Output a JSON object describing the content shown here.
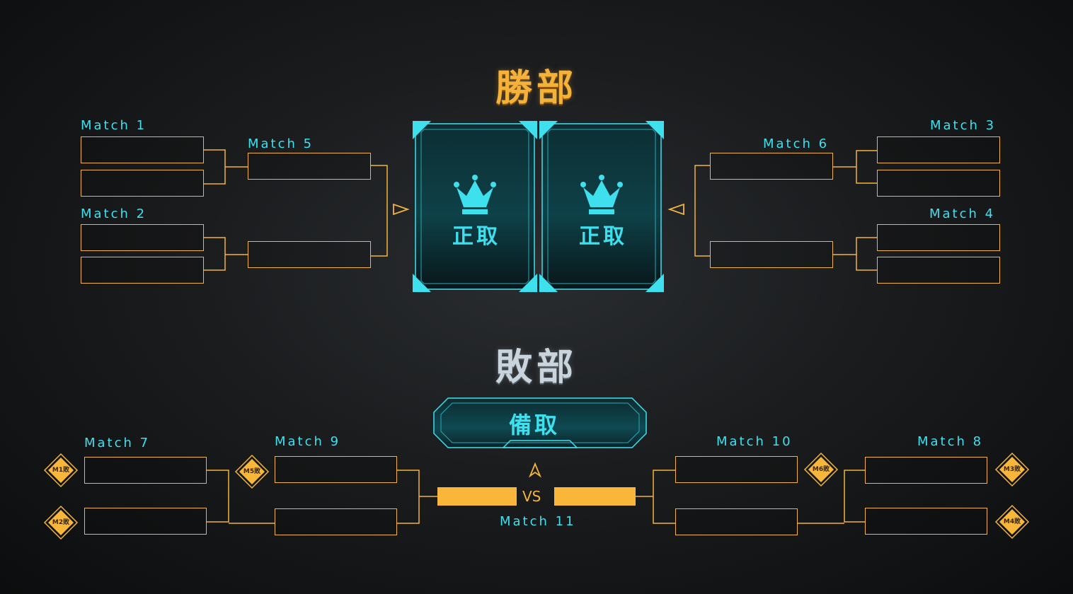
{
  "winners": {
    "title": "勝部",
    "card_label": "正取",
    "matches": {
      "m1": "Match 1",
      "m2": "Match 2",
      "m3": "Match 3",
      "m4": "Match 4",
      "m5": "Match 5",
      "m6": "Match 6"
    }
  },
  "losers": {
    "title": "敗部",
    "reserve_label": "備取",
    "matches": {
      "m7": "Match 7",
      "m8": "Match 8",
      "m9": "Match 9",
      "m10": "Match 10",
      "m11": "Match 11"
    },
    "vs_label": "VS",
    "seeds": {
      "m1_loser": "M1敗",
      "m2_loser": "M2敗",
      "m3_loser": "M3敗",
      "m4_loser": "M4敗",
      "m5_loser": "M5敗",
      "m6_loser": "M6敗"
    }
  },
  "colors": {
    "accent_cyan": "#3fe0ee",
    "bracket_gold": "#f2b43c",
    "background": "#1a1c1e"
  },
  "icons": {
    "card": "crown-icon",
    "arrow": "triangle-arrow-icon",
    "seed": "diamond-badge-icon"
  }
}
